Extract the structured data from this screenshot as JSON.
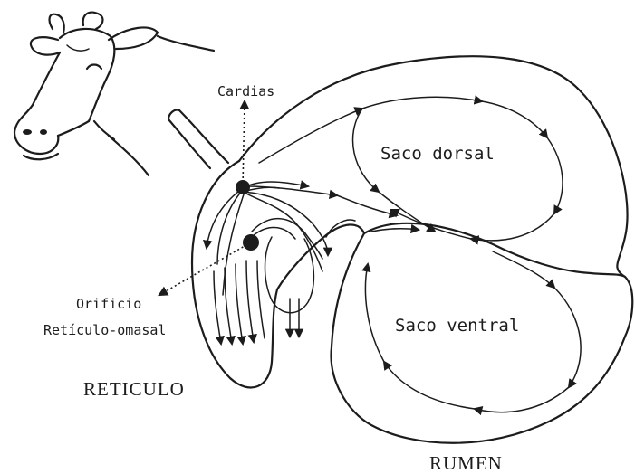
{
  "labels": {
    "cardias": "Cardias",
    "orificio_line1": "Orificio",
    "orificio_line2": "Retículo-omasal",
    "saco_dorsal": "Saco dorsal",
    "saco_ventral": "Saco ventral",
    "reticulo": "RETICULO",
    "rumen": "RUMEN"
  }
}
